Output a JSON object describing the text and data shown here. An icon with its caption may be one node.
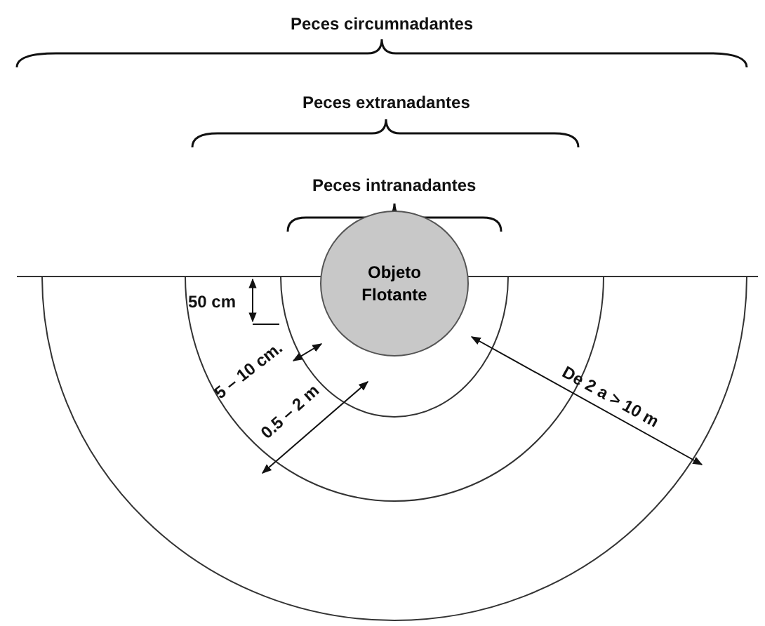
{
  "diagram": {
    "nodes": [
      {
        "text": [
          "Objeto Flotante"
        ]
      }
    ],
    "labels": [
      "Peces circumnadantes",
      "Peces extranadantes",
      "Peces intranadantes",
      "50 cm",
      "5 – 10 cm.",
      "0.5 – 2 m",
      "De 2 a > 10 m"
    ]
  }
}
